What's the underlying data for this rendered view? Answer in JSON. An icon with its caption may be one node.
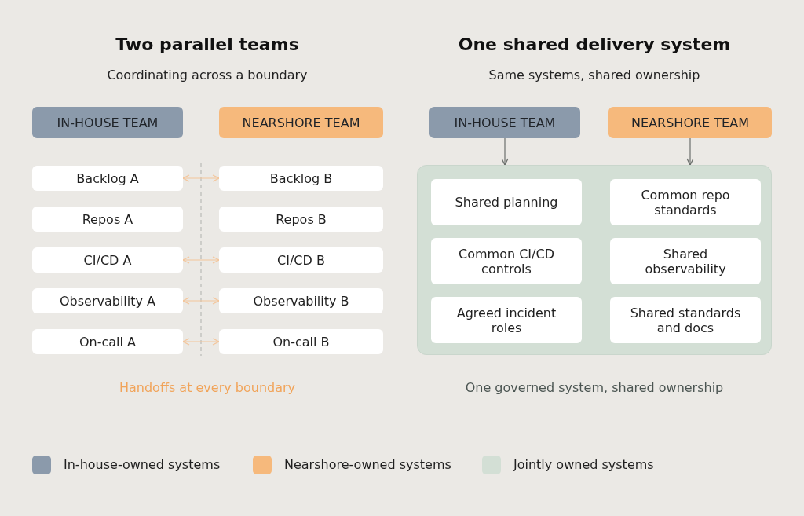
{
  "diagram": {
    "nodes": [
      {
        "text": [
          "IN-HOUSE TEAM"
        ]
      },
      {
        "text": [
          "NEARSHORE TEAM"
        ]
      },
      {
        "text": [
          "Backlog A"
        ]
      },
      {
        "text": [
          "Backlog B"
        ]
      },
      {
        "text": [
          "Repos A"
        ]
      },
      {
        "text": [
          "Repos B"
        ]
      },
      {
        "text": [
          "CI/CD A"
        ]
      },
      {
        "text": [
          "CI/CD B"
        ]
      },
      {
        "text": [
          "Observability A"
        ]
      },
      {
        "text": [
          "Observability B"
        ]
      },
      {
        "text": [
          "On-call A"
        ]
      },
      {
        "text": [
          "On-call B"
        ]
      },
      {
        "text": [
          "IN-HOUSE TEAM"
        ]
      },
      {
        "text": [
          "NEARSHORE TEAM"
        ]
      },
      {
        "text": [],
        "shape": "box"
      },
      {
        "text": [
          "Shared planning"
        ],
        "in": 14
      },
      {
        "text": [
          "Common repo standards"
        ],
        "in": 14
      },
      {
        "text": [
          "Common CI/CD controls"
        ],
        "in": 14
      },
      {
        "text": [
          "Shared observability"
        ],
        "in": 14
      },
      {
        "text": [
          "Agreed incident roles"
        ],
        "in": 14
      },
      {
        "text": [
          "Shared standards and docs"
        ],
        "in": 14
      }
    ],
    "edges": [
      {
        "from": 2,
        "to": 3,
        "arrow": "both",
        "color": "#f4c59a"
      },
      {
        "from": 6,
        "to": 7,
        "arrow": "both",
        "color": "#f4c59a"
      },
      {
        "from": 8,
        "to": 9,
        "arrow": "both",
        "color": "#f4c59a"
      },
      {
        "from": 10,
        "to": 11,
        "arrow": "both",
        "color": "#f4c59a"
      },
      {
        "from": 12,
        "to": 14,
        "arrow": "to",
        "color": "#6b6f6c"
      },
      {
        "from": 13,
        "to": 14,
        "arrow": "to",
        "color": "#6b6f6c"
      }
    ],
    "labels": [
      "Two parallel teams",
      "Coordinating across a boundary",
      "One shared delivery system",
      "Same systems, shared ownership",
      "Handoffs at every boundary",
      "One governed system, shared ownership"
    ],
    "legend": [
      {
        "text": "In-house-owned systems",
        "color": "#8b9aab"
      },
      {
        "text": "Nearshore-owned systems",
        "color": "#f6b97c"
      },
      {
        "text": "Jointly owned systems",
        "color": "#d3dfd5"
      }
    ]
  }
}
